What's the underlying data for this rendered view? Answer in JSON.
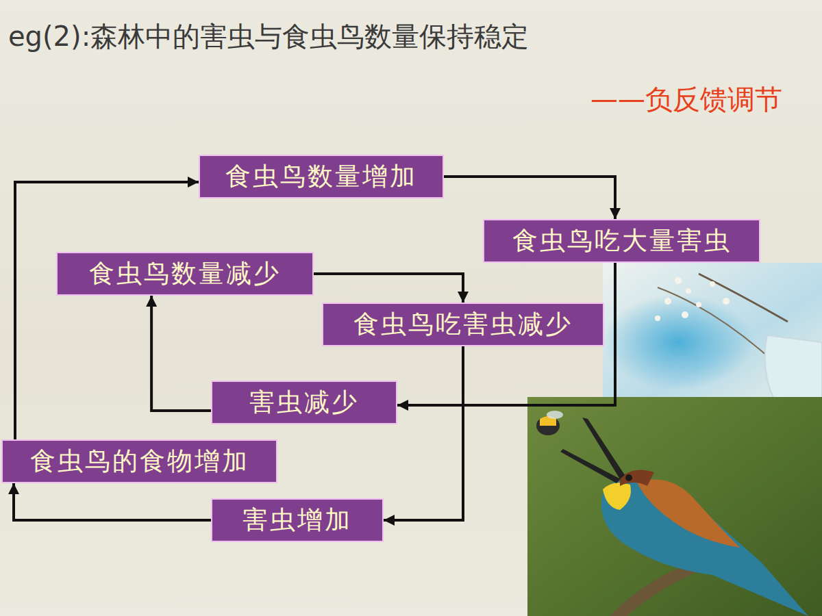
{
  "diagram": {
    "title": "eg(2):森林中的害虫与食虫鸟数量保持稳定",
    "nodes": [
      {
        "text": [
          "食虫鸟数量增加"
        ]
      },
      {
        "text": [
          "食虫鸟吃大量害虫"
        ]
      },
      {
        "text": [
          "食虫鸟数量减少"
        ]
      },
      {
        "text": [
          "食虫鸟吃害虫减少"
        ]
      },
      {
        "text": [
          "害虫减少"
        ]
      },
      {
        "text": [
          "食虫鸟的食物增加"
        ]
      },
      {
        "text": [
          "害虫增加"
        ]
      }
    ],
    "edges": [
      {
        "from": 0,
        "to": 1,
        "arrow": "to"
      },
      {
        "from": 1,
        "to": 4,
        "arrow": "to"
      },
      {
        "from": 4,
        "to": 2,
        "arrow": "to"
      },
      {
        "from": 2,
        "to": 3,
        "arrow": "to"
      },
      {
        "from": 3,
        "to": 6,
        "arrow": "to"
      },
      {
        "from": 6,
        "to": 5,
        "arrow": "to"
      },
      {
        "from": 5,
        "to": 0,
        "arrow": "to"
      }
    ],
    "labels": [
      "——负反馈调节"
    ]
  }
}
